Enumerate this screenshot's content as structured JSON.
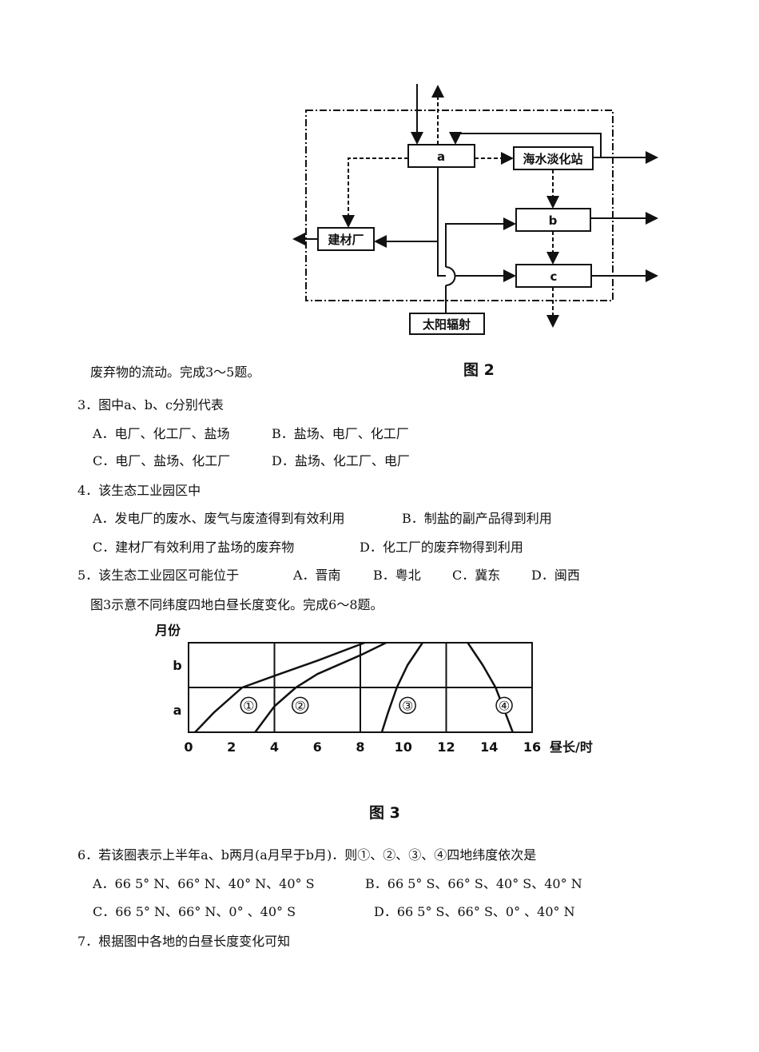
{
  "figure2": {
    "boxes": {
      "a": "a",
      "desal": "海水淡化站",
      "b": "b",
      "c": "c",
      "building": "建材厂",
      "solar": "太阳辐射"
    },
    "caption": "图 2"
  },
  "intro1": "废弃物的流动。完成3～5题。",
  "q3": {
    "stem": "3．图中a、b、c分别代表",
    "A": "A．电厂、化工厂、盐场",
    "B": "B．盐场、电厂、化工厂",
    "C": "C．电厂、盐场、化工厂",
    "D": "D．盐场、化工厂、电厂"
  },
  "q4": {
    "stem": "4．该生态工业园区中",
    "A": "A．发电厂的废水、废气与废渣得到有效利用",
    "B": "B．制盐的副产品得到利用",
    "C": "C．建材厂有效利用了盐场的废弃物",
    "D": "D．化工厂的废弃物得到利用"
  },
  "q5": {
    "stem": "5．该生态工业园区可能位于",
    "A": "A．晋南",
    "B": "B．粤北",
    "C": "C．冀东",
    "D": "D．闽西"
  },
  "intro2": "图3示意不同纬度四地白昼长度变化。完成6～8题。",
  "chart_data": {
    "type": "line",
    "title": "图 3",
    "ylabel": "月份",
    "xlabel": "昼长/时",
    "x_ticks": [
      "0",
      "2",
      "4",
      "6",
      "8",
      "10",
      "12",
      "14",
      "16"
    ],
    "xlim": [
      0,
      16
    ],
    "y_ticks": [
      "a",
      "b"
    ],
    "ylim": [
      0,
      2
    ],
    "series": [
      {
        "name": "①",
        "points": [
          [
            0.3,
            0
          ],
          [
            1.2,
            0.45
          ],
          [
            2.5,
            1
          ],
          [
            4,
            1.26
          ],
          [
            6,
            1.6
          ],
          [
            8.2,
            2
          ]
        ]
      },
      {
        "name": "②",
        "points": [
          [
            3.1,
            0
          ],
          [
            4,
            0.58
          ],
          [
            5,
            1
          ],
          [
            6,
            1.3
          ],
          [
            8,
            1.72
          ],
          [
            9.2,
            2
          ]
        ]
      },
      {
        "name": "③",
        "points": [
          [
            9.0,
            0
          ],
          [
            9.3,
            0.45
          ],
          [
            9.7,
            1
          ],
          [
            10.2,
            1.5
          ],
          [
            10.9,
            2
          ]
        ]
      },
      {
        "name": "④",
        "points": [
          [
            13.0,
            2
          ],
          [
            13.7,
            1.5
          ],
          [
            14.3,
            1
          ],
          [
            14.7,
            0.5
          ],
          [
            15.1,
            0
          ]
        ]
      }
    ]
  },
  "q6": {
    "stem": "6．若该圈表示上半年a、b两月(a月早于b月)．则①、②、③、④四地纬度依次是",
    "A": "A．66 5° N、66° N、40° N、40° S",
    "B": "B．66 5° S、66° S、40° S、40° N",
    "C": "C．66 5° N、66° N、0° 、40° S",
    "D": "D．66 5° S、66° S、0° 、40° N"
  },
  "q7": {
    "stem": "7．根据图中各地的白昼长度变化可知"
  }
}
